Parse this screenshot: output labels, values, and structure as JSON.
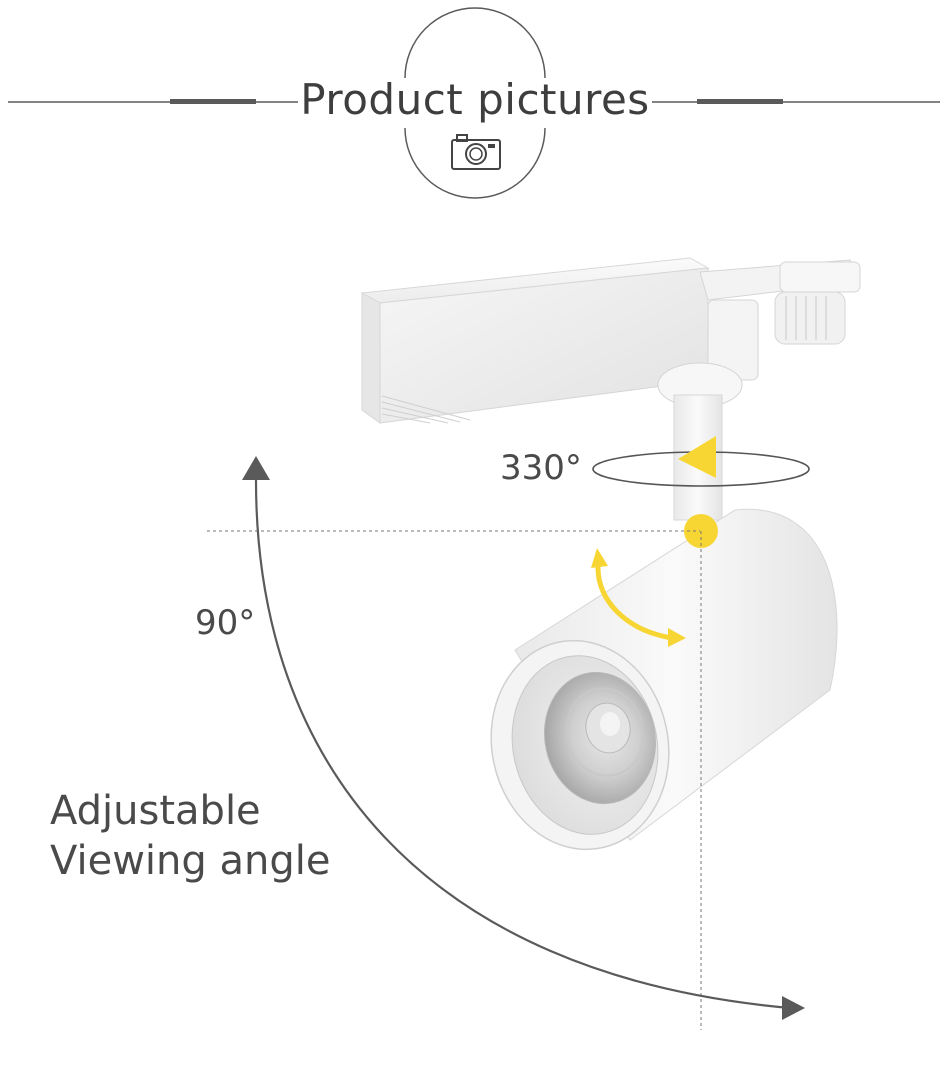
{
  "header": {
    "title": "Product pictures",
    "icon": "camera-icon"
  },
  "annotations": {
    "horizontal_rotation": "330°",
    "vertical_tilt": "90°",
    "caption_line1": "Adjustable",
    "caption_line2": "Viewing angle"
  },
  "colors": {
    "text": "#3e3e3e",
    "line": "#555555",
    "accent": "#f7d634"
  }
}
